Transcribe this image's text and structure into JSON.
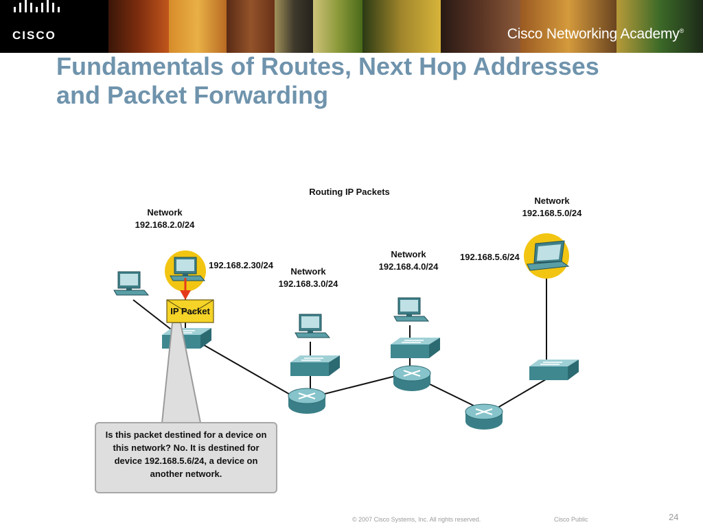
{
  "banner": {
    "logo_text": "CISCO",
    "academy_prefix": "Cisco ",
    "academy_name": "Networking Academy",
    "academy_mark": "®"
  },
  "slide": {
    "title_line1": "Fundamentals of Routes, Next Hop Addresses",
    "title_line2": "and Packet Forwarding"
  },
  "diagram": {
    "heading": "Routing IP Packets",
    "networks": [
      {
        "label": "Network",
        "address": "192.168.2.0/24"
      },
      {
        "label": "Network",
        "address": "192.168.3.0/24"
      },
      {
        "label": "Network",
        "address": "192.168.4.0/24"
      },
      {
        "label": "Network",
        "address": "192.168.5.0/24"
      }
    ],
    "source_host_address": "192.168.2.30/24",
    "destination_host_address": "192.168.5.6/24",
    "packet_label": "IP Packet",
    "callout_text": "Is this packet destined for a device on this network?  No.  It is destined for device 192.168.5.6/24, a device on another  network.",
    "colors": {
      "highlight": "#f2c512",
      "device": "#3f8890",
      "packet": "#f5d327",
      "arrow": "#e53a1a"
    }
  },
  "footer": {
    "copyright": "© 2007 Cisco Systems, Inc. All rights reserved.",
    "classification": "Cisco Public",
    "page_number": "24"
  }
}
